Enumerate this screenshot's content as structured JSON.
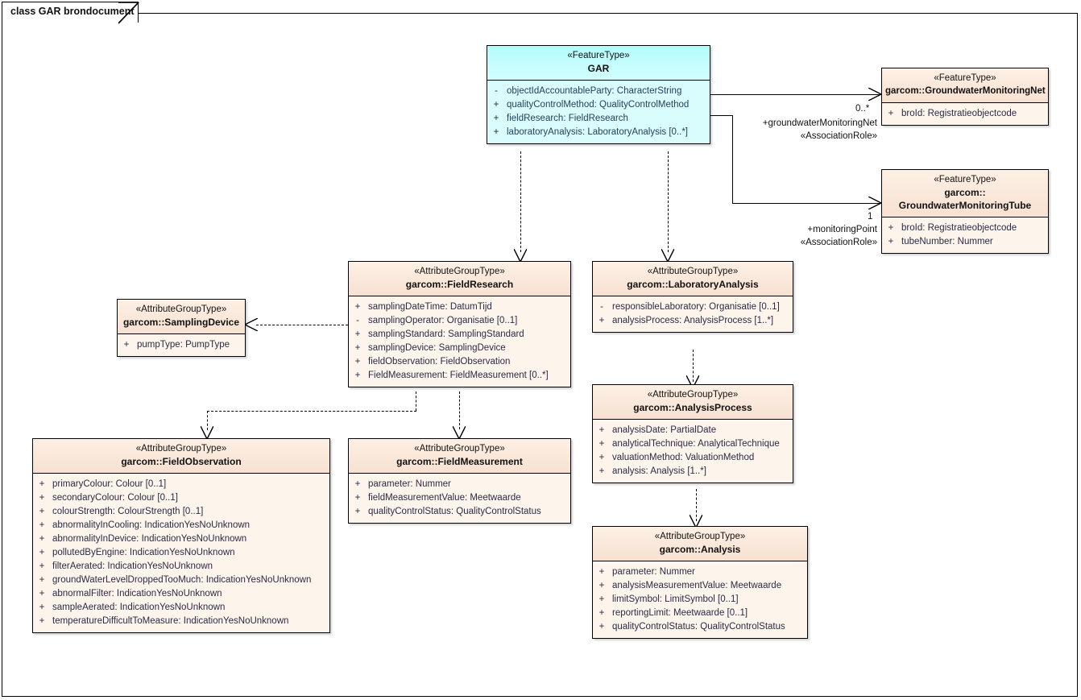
{
  "diagram": {
    "title": "class GAR brondocument"
  },
  "classes": {
    "gar": {
      "stereotype": "«FeatureType»",
      "name": "GAR",
      "attributes": [
        {
          "vis": "-",
          "text": "objectIdAccountableParty: CharacterString"
        },
        {
          "vis": "+",
          "text": "qualityControlMethod: QualityControlMethod"
        },
        {
          "vis": "+",
          "text": "fieldResearch: FieldResearch"
        },
        {
          "vis": "+",
          "text": "laboratoryAnalysis: LaboratoryAnalysis [0..*]"
        }
      ]
    },
    "monitoring_net": {
      "stereotype": "«FeatureType»",
      "name": "garcom::GroundwaterMonitoringNet",
      "attributes": [
        {
          "vis": "+",
          "text": "broId: Registratieobjectcode"
        }
      ]
    },
    "monitoring_tube": {
      "stereotype": "«FeatureType»",
      "name": "garcom::",
      "name2": "GroundwaterMonitoringTube",
      "attributes": [
        {
          "vis": "+",
          "text": "broId: Registratieobjectcode"
        },
        {
          "vis": "+",
          "text": "tubeNumber: Nummer"
        }
      ]
    },
    "field_research": {
      "stereotype": "«AttributeGroupType»",
      "name": "garcom::FieldResearch",
      "attributes": [
        {
          "vis": "+",
          "text": "samplingDateTime: DatumTijd"
        },
        {
          "vis": "-",
          "text": "samplingOperator: Organisatie [0..1]"
        },
        {
          "vis": "+",
          "text": "samplingStandard: SamplingStandard"
        },
        {
          "vis": "+",
          "text": "samplingDevice: SamplingDevice"
        },
        {
          "vis": "+",
          "text": "fieldObservation: FieldObservation"
        },
        {
          "vis": "+",
          "text": "FieldMeasurement: FieldMeasurement [0..*]"
        }
      ]
    },
    "laboratory_analysis": {
      "stereotype": "«AttributeGroupType»",
      "name": "garcom::LaboratoryAnalysis",
      "attributes": [
        {
          "vis": "-",
          "text": "responsibleLaboratory: Organisatie [0..1]"
        },
        {
          "vis": "+",
          "text": "analysisProcess: AnalysisProcess [1..*]"
        }
      ]
    },
    "sampling_device": {
      "stereotype": "«AttributeGroupType»",
      "name": "garcom::SamplingDevice",
      "attributes": [
        {
          "vis": "+",
          "text": "pumpType: PumpType"
        }
      ]
    },
    "analysis_process": {
      "stereotype": "«AttributeGroupType»",
      "name": "garcom::AnalysisProcess",
      "attributes": [
        {
          "vis": "+",
          "text": "analysisDate: PartialDate"
        },
        {
          "vis": "+",
          "text": "analyticalTechnique: AnalyticalTechnique"
        },
        {
          "vis": "+",
          "text": "valuationMethod: ValuationMethod"
        },
        {
          "vis": "+",
          "text": "analysis: Analysis [1..*]"
        }
      ]
    },
    "analysis": {
      "stereotype": "«AttributeGroupType»",
      "name": "garcom::Analysis",
      "attributes": [
        {
          "vis": "+",
          "text": "parameter: Nummer"
        },
        {
          "vis": "+",
          "text": "analysisMeasurementValue: Meetwaarde"
        },
        {
          "vis": "+",
          "text": "limitSymbol: LimitSymbol [0..1]"
        },
        {
          "vis": "+",
          "text": "reportingLimit: Meetwaarde [0..1]"
        },
        {
          "vis": "+",
          "text": "qualityControlStatus: QualityControlStatus"
        }
      ]
    },
    "field_observation": {
      "stereotype": "«AttributeGroupType»",
      "name": "garcom::FieldObservation",
      "attributes": [
        {
          "vis": "+",
          "text": "primaryColour: Colour [0..1]"
        },
        {
          "vis": "+",
          "text": "secondaryColour: Colour [0..1]"
        },
        {
          "vis": "+",
          "text": "colourStrength: ColourStrength [0..1]"
        },
        {
          "vis": "+",
          "text": "abnormalityInCooling: IndicationYesNoUnknown"
        },
        {
          "vis": "+",
          "text": "abnormalityInDevice: IndicationYesNoUnknown"
        },
        {
          "vis": "+",
          "text": "pollutedByEngine: IndicationYesNoUnknown"
        },
        {
          "vis": "+",
          "text": "filterAerated: IndicationYesNoUnknown"
        },
        {
          "vis": "+",
          "text": "groundWaterLevelDroppedTooMuch: IndicationYesNoUnknown"
        },
        {
          "vis": "+",
          "text": "abnormalFilter: IndicationYesNoUnknown"
        },
        {
          "vis": "+",
          "text": "sampleAerated: IndicationYesNoUnknown"
        },
        {
          "vis": "+",
          "text": "temperatureDifficultToMeasure: IndicationYesNoUnknown"
        }
      ]
    },
    "field_measurement": {
      "stereotype": "«AttributeGroupType»",
      "name": "garcom::FieldMeasurement",
      "attributes": [
        {
          "vis": "+",
          "text": "parameter: Nummer"
        },
        {
          "vis": "+",
          "text": "fieldMeasurementValue: Meetwaarde"
        },
        {
          "vis": "+",
          "text": "qualityControlStatus: QualityControlStatus"
        }
      ]
    }
  },
  "connectors": {
    "gar_to_net": {
      "multiplicity": "0..*",
      "role": "+groundwaterMonitoringNet",
      "stereotype": "«AssociationRole»"
    },
    "gar_to_tube": {
      "multiplicity": "1",
      "role": "+monitoringPoint",
      "stereotype": "«AssociationRole»"
    }
  },
  "colors": {
    "feature_type_fill": "#d9fdfd",
    "attribute_group_fill": "#fdf4ec",
    "border": "#000000",
    "text": "#2b2b45"
  }
}
